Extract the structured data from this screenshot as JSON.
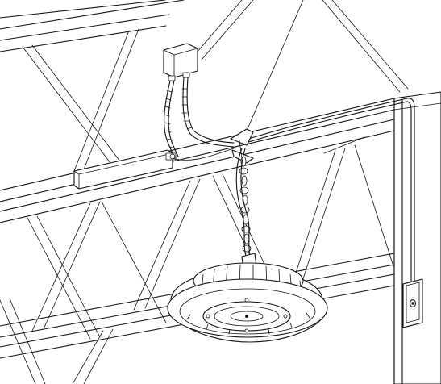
{
  "illustration": {
    "components": [
      "steel-truss",
      "junction-box",
      "led-driver",
      "flexible-conduit",
      "beam-clamp",
      "hanging-chain",
      "ufo-high-bay-light",
      "wall-column",
      "wall-switch"
    ],
    "colors": {
      "background": "#ffffff",
      "line": "#111111",
      "fill": "#ffffff"
    }
  }
}
